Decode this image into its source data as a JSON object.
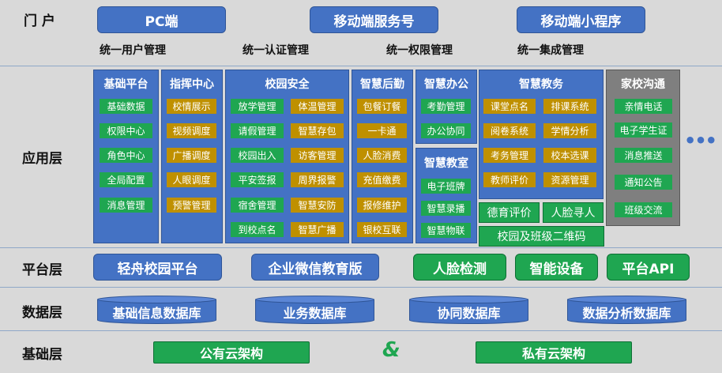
{
  "layers": {
    "portal": "门  户",
    "app": "应用层",
    "platform": "平台层",
    "data": "数据层",
    "base": "基础层"
  },
  "portal": {
    "buttons": [
      "PC端",
      "移动端服务号",
      "移动端小程序"
    ],
    "management": [
      "统一用户管理",
      "统一认证管理",
      "统一权限管理",
      "统一集成管理"
    ]
  },
  "columns": {
    "jichu": {
      "title": "基础平台",
      "items": [
        "基础数据",
        "权限中心",
        "角色中心",
        "全局配置",
        "消息管理"
      ]
    },
    "zhihui": {
      "title": "指挥中心",
      "items": [
        "校情展示",
        "视频调度",
        "广播调度",
        "人眼调度",
        "预警管理"
      ]
    },
    "anquan": {
      "title": "校园安全",
      "left": [
        "放学管理",
        "请假管理",
        "校园出入",
        "平安签报",
        "宿舍管理",
        "到校点名"
      ],
      "right": [
        "体温管理",
        "智慧存包",
        "访客管理",
        "周界报警",
        "智慧安防",
        "智慧广播"
      ]
    },
    "houqin": {
      "title": "智慧后勤",
      "items": [
        "包餐订餐",
        "一卡通",
        "人脸消费",
        "充值缴费",
        "报修维护",
        "银校互联"
      ]
    },
    "bangong": {
      "title": "智慧办公",
      "items": [
        "考勤管理",
        "办公协同"
      ]
    },
    "jiaoshi": {
      "title": "智慧教室",
      "items": [
        "电子班牌",
        "智慧录播",
        "智慧物联"
      ]
    },
    "jiaowu": {
      "title": "智慧教务",
      "left": [
        "课堂点名",
        "阅卷系统",
        "考务管理",
        "教师评价"
      ],
      "right": [
        "排课系统",
        "学情分析",
        "校本选课",
        "资源管理"
      ]
    },
    "extra": {
      "deyu": "德育评价",
      "renlian": "人脸寻人",
      "erweima": "校园及班级二维码"
    },
    "jiaxiao": {
      "title": "家校沟通",
      "items": [
        "亲情电话",
        "电子学生证",
        "消息推送",
        "通知公告",
        "班级交流"
      ]
    },
    "more": "•••"
  },
  "platform": [
    "轻舟校园平台",
    "企业微信教育版",
    "人脸检测",
    "智能设备",
    "平台API"
  ],
  "databases": [
    "基础信息数据库",
    "业务数据库",
    "协同数据库",
    "数据分析数据库"
  ],
  "base": {
    "public": "公有云架构",
    "amp": "&",
    "private": "私有云架构"
  },
  "colors": {
    "blue": "#4472c4",
    "green": "#1fa651",
    "orange": "#bf9000",
    "gray": "#7f7f7f"
  }
}
